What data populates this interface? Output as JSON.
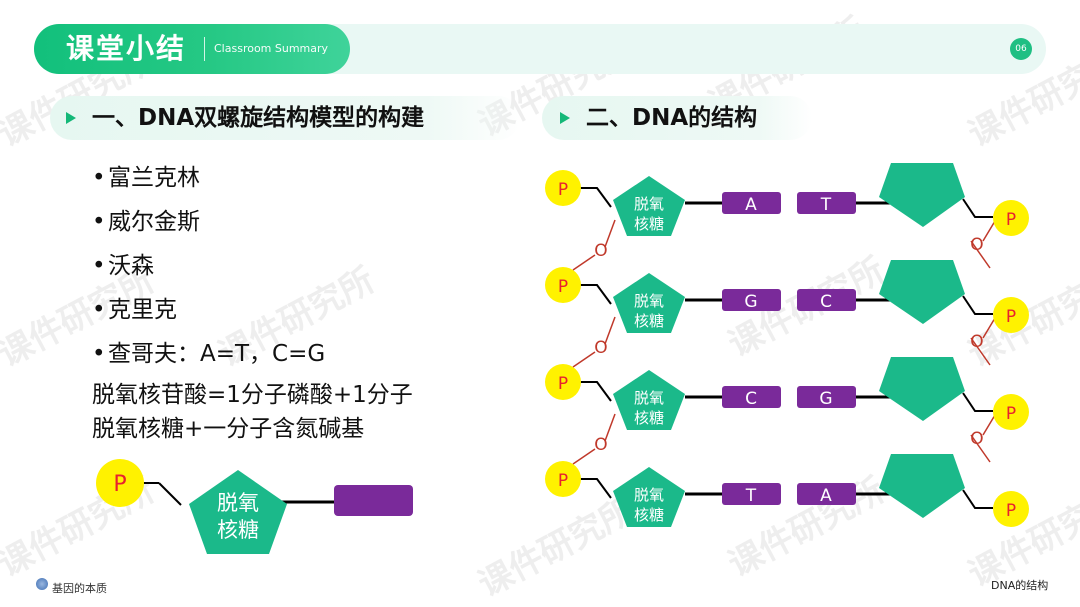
{
  "header": {
    "title": "课堂小结",
    "subtitle": "Classroom Summary",
    "page_number": "06"
  },
  "section_left": {
    "heading": "一、DNA双螺旋结构模型的构建",
    "bullets": [
      "富兰克林",
      "威尔金斯",
      "沃森",
      "克里克",
      "查哥夫：A=T，C=G"
    ],
    "bullet_symbol": "•",
    "note_lines": [
      "脱氧核苷酸=1分子磷酸+1分子",
      "脱氧核糖+一分子含氮碱基"
    ]
  },
  "section_right": {
    "heading": "二、DNA的结构"
  },
  "nucleotide_labels": {
    "phosphate": "P",
    "sugar_line1": "脱氧",
    "sugar_line2": "核糖",
    "bond": "O"
  },
  "base_pairs": [
    {
      "left": "A",
      "right": "T"
    },
    {
      "left": "G",
      "right": "C"
    },
    {
      "left": "C",
      "right": "G"
    },
    {
      "left": "T",
      "right": "A"
    }
  ],
  "watermark": "课件研究所",
  "footer": {
    "left": "基因的本质",
    "right": "DNA的结构"
  },
  "colors": {
    "accent_green": "#1fbf83",
    "pentagon_green": "#1bb98a",
    "phosphate_yellow": "#fff200",
    "phosphate_text": "#e8212e",
    "base_purple": "#7a2a9a",
    "bond_red": "#c0392b"
  }
}
